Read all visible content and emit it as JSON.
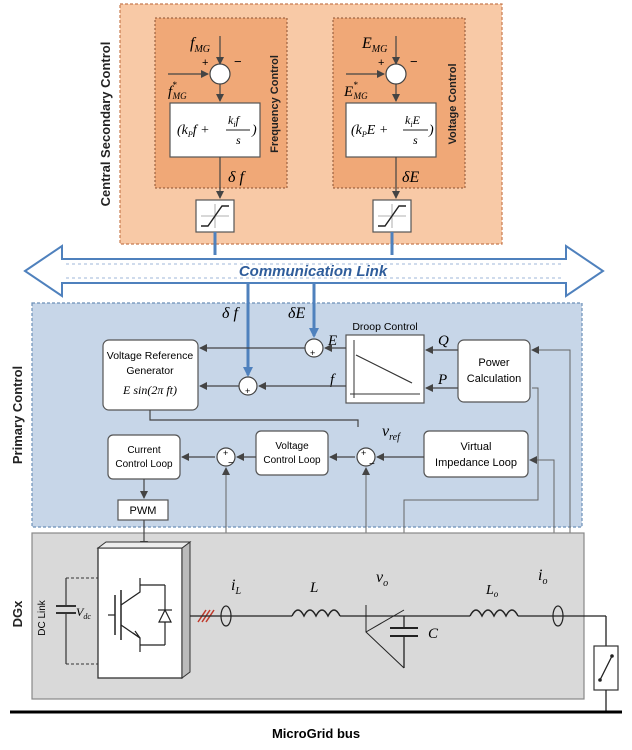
{
  "panels": {
    "secondary": {
      "label": "Central Secondary Control",
      "fill": "#f8c9a6",
      "inner_fill": "#f0a877"
    },
    "primary": {
      "label": "Primary Control",
      "fill": "#c7d6e8"
    },
    "dg": {
      "label": "DGx",
      "fill": "#d9d9d9"
    }
  },
  "secondary": {
    "freq": {
      "title": "Frequency Control",
      "input": "f",
      "input_sub": "MG",
      "ref": "f",
      "ref_sub": "MG",
      "ref_sup": "*",
      "pi_a": "k",
      "pi_a_sub": "P",
      "pi_b": "f +",
      "pi_num": "k",
      "pi_num_sub": "i",
      "pi_num_var": "f",
      "pi_den": "s",
      "output": "δ f",
      "plus": "+",
      "minus": "−"
    },
    "volt": {
      "title": "Voltage Control",
      "input": "E",
      "input_sub": "MG",
      "ref": "E",
      "ref_sub": "MG",
      "ref_sup": "*",
      "pi_a": "k",
      "pi_a_sub": "P",
      "pi_b": "E +",
      "pi_num": "k",
      "pi_num_sub": "i",
      "pi_num_var": "E",
      "pi_den": "s",
      "output": "δE",
      "plus": "+",
      "minus": "−"
    }
  },
  "comm": {
    "label": "Communication Link",
    "color": "#4f81bd"
  },
  "primary": {
    "df": "δ f",
    "dE": "δE",
    "droop": {
      "title": "Droop Control",
      "E": "E",
      "f": "f",
      "Q": "Q",
      "P": "P"
    },
    "power": {
      "line1": "Power",
      "line2": "Calculation"
    },
    "vref_gen": {
      "line1": "Voltage Reference",
      "line2": "Generator",
      "line3": "E sin(2π ft)"
    },
    "current_loop": {
      "line1": "Current",
      "line2": "Control Loop"
    },
    "voltage_loop": {
      "line1": "Voltage",
      "line2": "Control Loop"
    },
    "virtual": {
      "line1": "Virtual",
      "line2": "Impedance Loop"
    },
    "vref": "v",
    "vref_sub": "ref",
    "pwm": "PWM",
    "plus": "+",
    "minus": "−"
  },
  "dg": {
    "dc_link": "DC Link",
    "vdc": "V",
    "vdc_sub": "dc",
    "iL": "i",
    "iL_sub": "L",
    "L": "L",
    "vo": "v",
    "vo_sub": "o",
    "io": "i",
    "io_sub": "o",
    "Lo": "L",
    "Lo_sub": "o",
    "C": "C"
  },
  "bus": {
    "label": "MicroGrid bus"
  }
}
